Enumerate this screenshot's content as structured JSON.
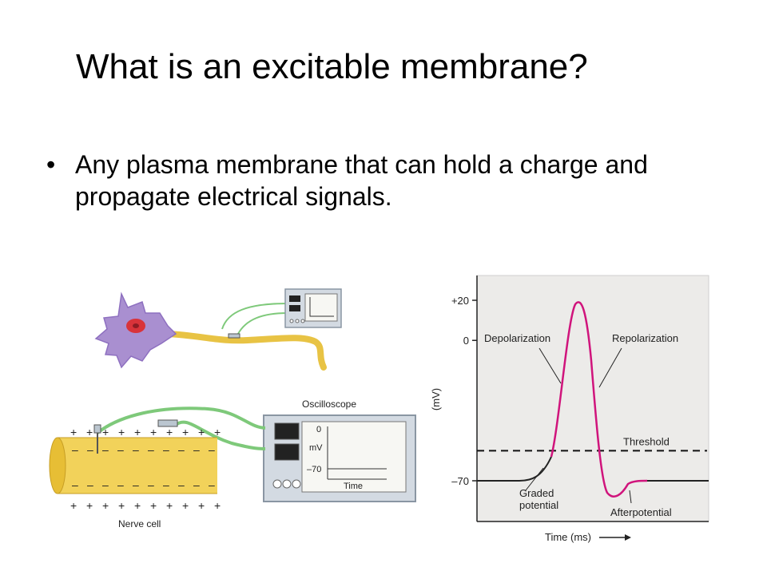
{
  "slide": {
    "title": "What is an excitable membrane?",
    "bullet_symbol": "•",
    "bullet_text": "Any plasma membrane that can hold a charge and propagate electrical signals."
  },
  "setup_figure": {
    "oscilloscope_label": "Oscilloscope",
    "screen_zero": "0",
    "screen_unit": "mV",
    "screen_minus70": "–70",
    "screen_time": "Time",
    "cell_label": "Nerve cell",
    "plus_sign": "+",
    "minus_sign": "–",
    "colors": {
      "axon": "#f2d25a",
      "neuron": "#a98fd0",
      "nucleus": "#d9333a",
      "wire": "#7ec97a",
      "scope": "#d3dae2"
    }
  },
  "chart_data": {
    "type": "line",
    "title": "",
    "xlabel": "Time (ms)",
    "ylabel": "(mV)",
    "y_ticks": [
      {
        "value": 20,
        "label": "+20"
      },
      {
        "value": 0,
        "label": "0"
      },
      {
        "value": -70,
        "label": "–70"
      }
    ],
    "threshold": {
      "value": -55,
      "label": "Threshold"
    },
    "colors": {
      "resting": "#222222",
      "action_potential": "#d0147c",
      "background": "#ecebe9"
    },
    "annotations": [
      "Depolarization",
      "Repolarization",
      "Graded potential",
      "Afterpotential"
    ]
  }
}
